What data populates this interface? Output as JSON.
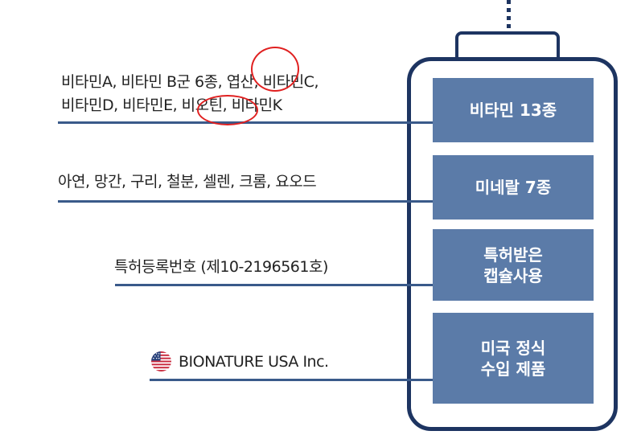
{
  "rows": [
    {
      "box": "비타민 13종",
      "label_lines": [
        "비타민A, 비타민 B군 6종, 엽산, 비타민C,",
        "비타민D, 비타민E, 비오틴, 비타민K"
      ]
    },
    {
      "box": "미네랄 7종",
      "label": "아연, 망간, 구리, 철분, 셀렌, 크롬, 요오드"
    },
    {
      "box": "특허받은\n캡슐사용",
      "label": "특허등록번호 (제10-2196561호)"
    },
    {
      "box": "미국 정식\n수입 제품",
      "label": "BIONATURE USA Inc."
    }
  ],
  "icons": {
    "flag": "us-flag-icon"
  },
  "colors": {
    "box_fill": "#5b7ba8",
    "bottle_outline": "#1d3461",
    "leader_line": "#3a5a8a",
    "highlight_circle": "#e02020"
  }
}
